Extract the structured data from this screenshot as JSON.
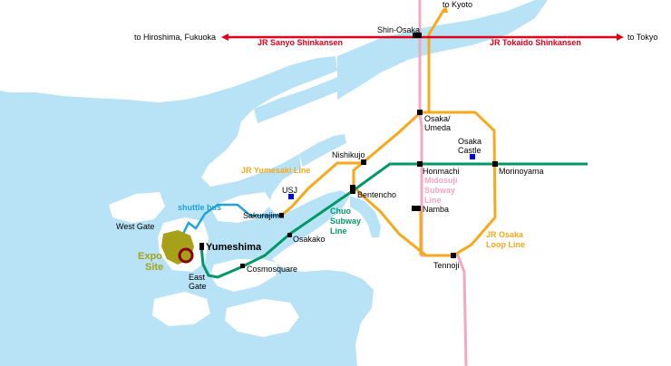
{
  "colors": {
    "water": "#b8e2f6",
    "land": "#ffffff",
    "sanyo_tokaido": "#e0001b",
    "yumesaki": "#f7a81b",
    "loop": "#f7a81b",
    "chuo": "#009966",
    "midosuji": "#f4a7c0",
    "shuttle": "#1fa3d9",
    "expo_site": "#a7a11a",
    "expo_ring": "#8b0000",
    "station": "#000000",
    "poi": "#0000cc",
    "label_gray": "#555555"
  },
  "directions": {
    "hiroshima": "to Hiroshima, Fukuoka",
    "tokyo": "to Tokyo",
    "kyoto": "to Kyoto"
  },
  "lines": {
    "sanyo": "JR Sanyo Shinkansen",
    "tokaido": "JR Tokaido Shinkansen",
    "yumesaki": "JR Yumesaki Line",
    "chuo_1": "Chuo",
    "chuo_2": "Subway",
    "chuo_3": "Line",
    "midosuji_1": "Midosuji",
    "midosuji_2": "Subway",
    "midosuji_3": "Line",
    "loop_1": "JR Osaka",
    "loop_2": "Loop Line",
    "shuttle": "shuttle bus"
  },
  "stations": {
    "shin_osaka": "Shin-Osaka",
    "umeda_1": "Osaka/",
    "umeda_2": "Umeda",
    "nishikujo": "Nishikujo",
    "honmachi": "Honmachi",
    "morinoyama": "Morinoyama",
    "bentencho": "Bentencho",
    "namba": "Namba",
    "tennoji": "Tennoji",
    "sakurajima": "Sakurajima",
    "osakako": "Osakako",
    "cosmosquare": "Cosmosquare",
    "yumeshima": "Yumeshima"
  },
  "pois": {
    "usj": "USJ",
    "castle_1": "Osaka",
    "castle_2": "Castle"
  },
  "expo": {
    "west_gate": "West Gate",
    "east_gate_1": "East",
    "east_gate_2": "Gate",
    "site_1": "Expo",
    "site_2": "Site"
  }
}
